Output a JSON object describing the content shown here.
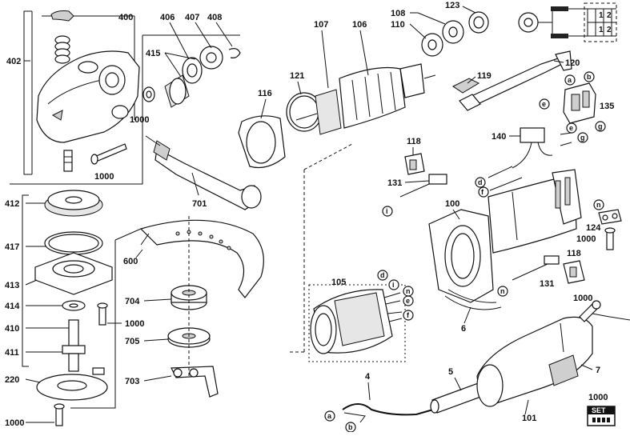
{
  "labels": {
    "p400": "400",
    "p402": "402",
    "p406": "406",
    "p407": "407",
    "p408": "408",
    "p415": "415",
    "p1000a": "1000",
    "p1000b": "1000",
    "p1000c": "1000",
    "p1000d": "1000",
    "p1000e": "1000",
    "p1000f": "1000",
    "p1000g": "1000",
    "p107": "107",
    "p106": "106",
    "p108": "108",
    "p110": "110",
    "p123": "123",
    "p120": "120",
    "p119": "119",
    "p135": "135",
    "p121": "121",
    "p116": "116",
    "p701": "701",
    "p412": "412",
    "p417": "417",
    "p413": "413",
    "p414": "414",
    "p410": "410",
    "p411": "411",
    "p220": "220",
    "p600": "600",
    "p704": "704",
    "p705": "705",
    "p703": "703",
    "p118a": "118",
    "p118b": "118",
    "p131a": "131",
    "p131b": "131",
    "p140": "140",
    "p100": "100",
    "p124": "124",
    "p105": "105",
    "p6": "6",
    "p4": "4",
    "p5": "5",
    "p101": "101",
    "p7": "7"
  },
  "callouts": {
    "a": "a",
    "b": "b",
    "d": "d",
    "e": "e",
    "f": "f",
    "g": "g",
    "i": "i",
    "n": "n"
  },
  "set_badge": {
    "text": "SET"
  },
  "wiring": {
    "sw1": "1",
    "sw2": "2",
    "sw3": "1",
    "sw4": "2"
  }
}
